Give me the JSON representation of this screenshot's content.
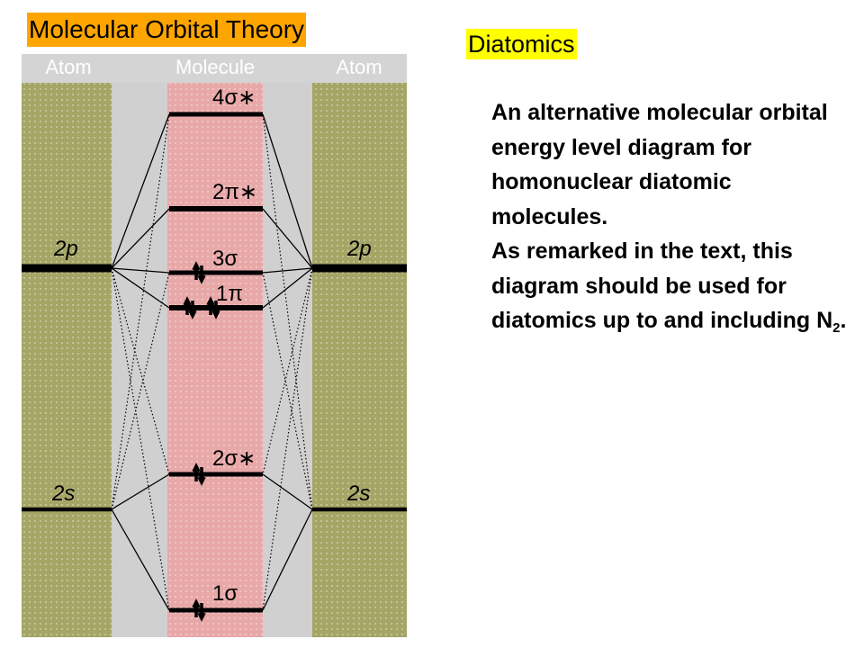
{
  "header": {
    "title": "Molecular Orbital Theory",
    "subtitle": "Diatomics"
  },
  "description": {
    "line1": "An alternative molecular orbital energy level diagram for homonuclear diatomic molecules.",
    "line2_main": " As remarked in the text, this diagram should be used for diatomics up to and including N",
    "line2_sub": "2",
    "line2_end": "."
  },
  "diagram": {
    "columns": {
      "left": "Atom",
      "center": "Molecule",
      "right": "Atom"
    },
    "atomic_levels": [
      {
        "id": "2p",
        "label": "2p"
      },
      {
        "id": "2s",
        "label": "2s"
      }
    ],
    "molecular_orbitals": [
      {
        "id": "4sigma_star",
        "label": "4σ∗",
        "electrons": 0
      },
      {
        "id": "2pi_star",
        "label": "2π∗",
        "electrons": 0
      },
      {
        "id": "3sigma",
        "label": "3σ",
        "electrons": 2
      },
      {
        "id": "1pi",
        "label": "1π",
        "electrons": 4
      },
      {
        "id": "2sigma_star",
        "label": "2σ∗",
        "electrons": 2
      },
      {
        "id": "1sigma",
        "label": "1σ",
        "electrons": 2
      }
    ],
    "colors": {
      "atom_column": "#a5a566",
      "molecule_column": "#e8a8a8",
      "background": "#d0d0d0"
    }
  }
}
